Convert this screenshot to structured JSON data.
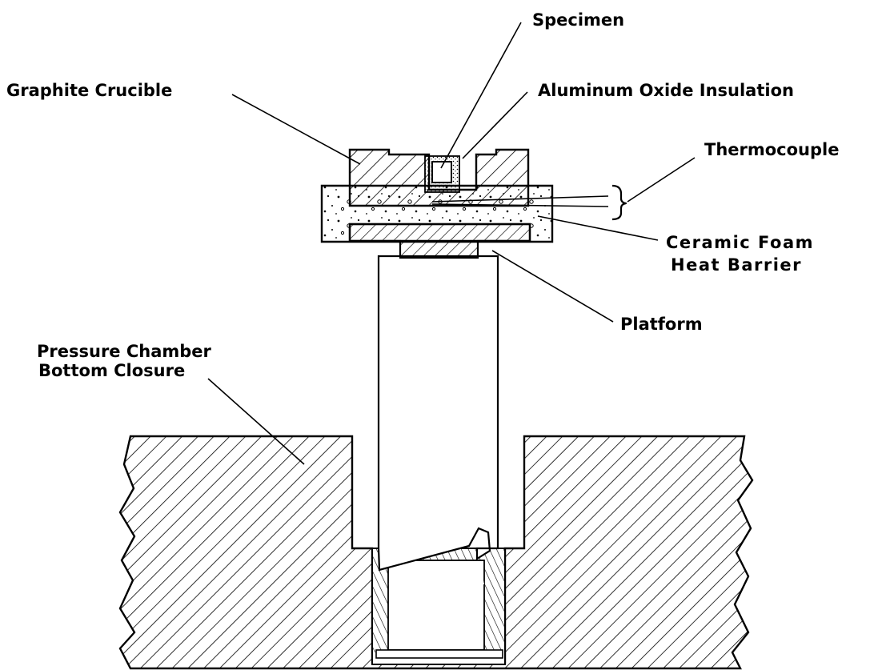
{
  "labels": {
    "specimen": "Specimen",
    "aluminum_oxide": "Aluminum Oxide Insulation",
    "graphite_crucible": "Graphite Crucible",
    "thermocouple": "Thermocouple",
    "ceramic_foam_line1": "Ceramic Foam",
    "ceramic_foam_line2": "Heat Barrier",
    "platform": "Platform",
    "pressure_chamber_line1": "Pressure Chamber",
    "pressure_chamber_line2": "Bottom Closure"
  }
}
